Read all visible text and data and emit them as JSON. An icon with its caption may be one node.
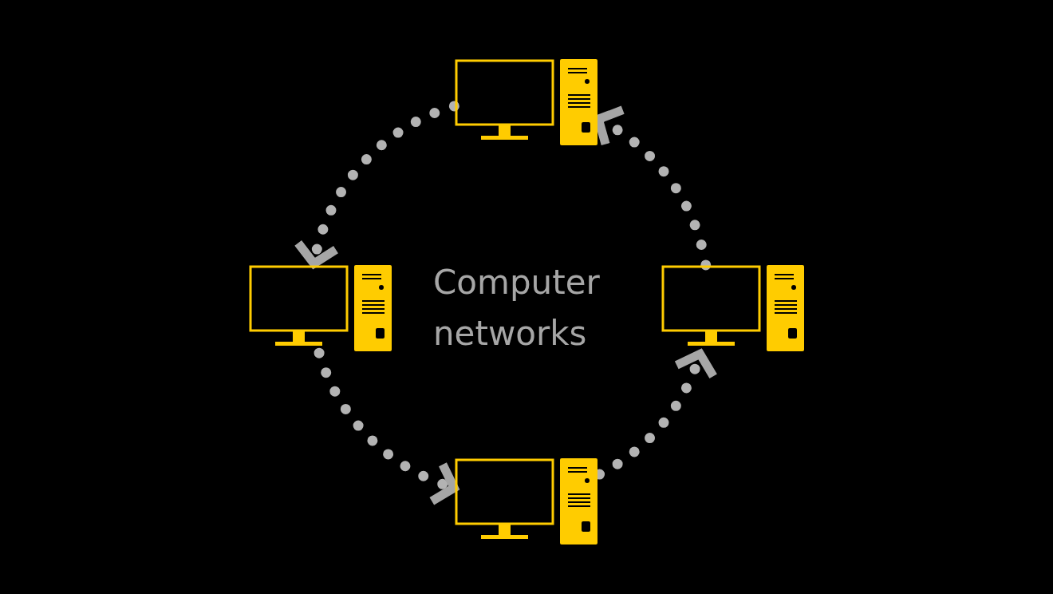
{
  "diagram": {
    "nodes": [
      {
        "text": [],
        "shape": "computer"
      },
      {
        "text": [],
        "shape": "computer"
      },
      {
        "text": [],
        "shape": "computer"
      },
      {
        "text": [],
        "shape": "computer"
      }
    ],
    "edges": [
      {
        "from": 0,
        "to": 1,
        "arrow": "to",
        "style": "dashed"
      },
      {
        "from": 1,
        "to": 3,
        "arrow": "to",
        "style": "dashed"
      },
      {
        "from": 3,
        "to": 2,
        "arrow": "to",
        "style": "dashed"
      },
      {
        "from": 2,
        "to": 0,
        "arrow": "to",
        "style": "dashed"
      }
    ],
    "labels": [
      "Computer networks"
    ]
  }
}
